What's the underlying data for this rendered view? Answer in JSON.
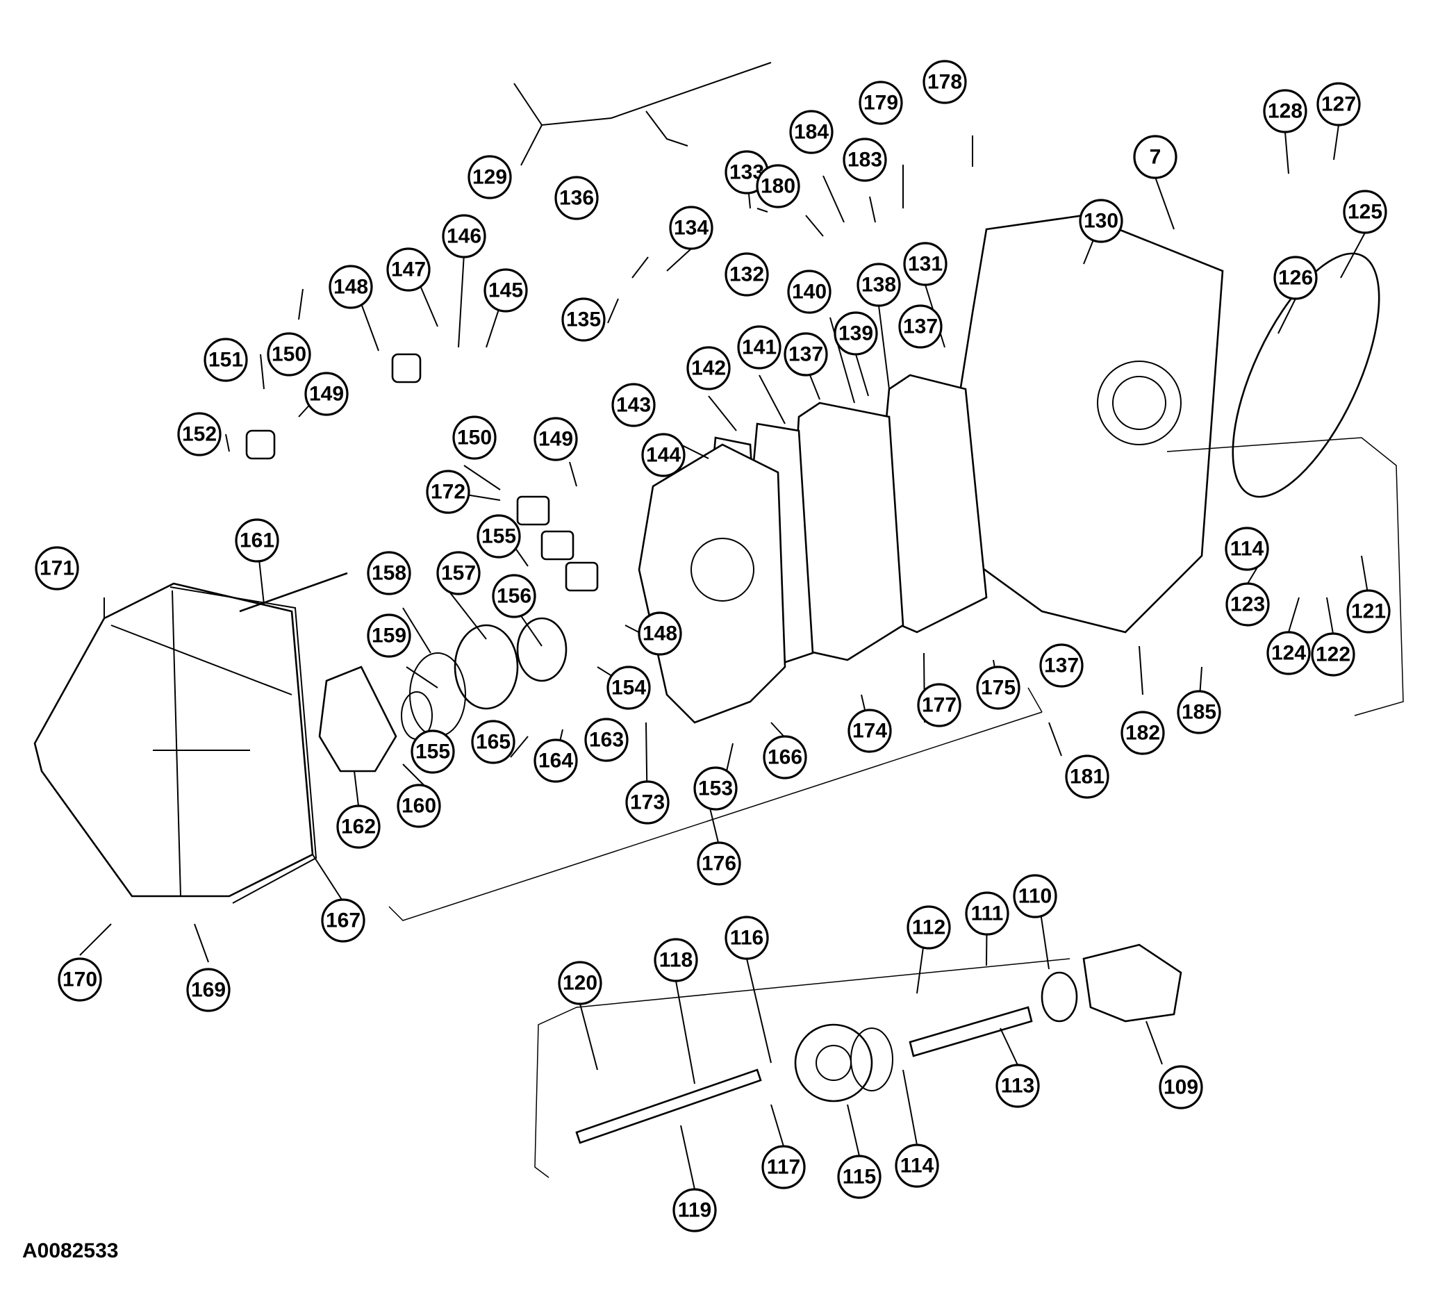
{
  "figure_id": "A0082533",
  "callouts": [
    "7",
    "109",
    "110",
    "111",
    "112",
    "113",
    "114",
    "115",
    "116",
    "117",
    "118",
    "119",
    "120",
    "121",
    "122",
    "123",
    "124",
    "125",
    "126",
    "127",
    "128",
    "129",
    "130",
    "131",
    "132",
    "133",
    "134",
    "135",
    "136",
    "137",
    "138",
    "139",
    "140",
    "141",
    "142",
    "143",
    "144",
    "145",
    "146",
    "147",
    "148",
    "149",
    "150",
    "151",
    "152",
    "153",
    "154",
    "155",
    "156",
    "157",
    "158",
    "159",
    "160",
    "161",
    "162",
    "163",
    "164",
    "165",
    "166",
    "167",
    "169",
    "170",
    "171",
    "172",
    "173",
    "174",
    "175",
    "176",
    "177",
    "178",
    "179",
    "180",
    "181",
    "182",
    "183",
    "184",
    "185"
  ]
}
